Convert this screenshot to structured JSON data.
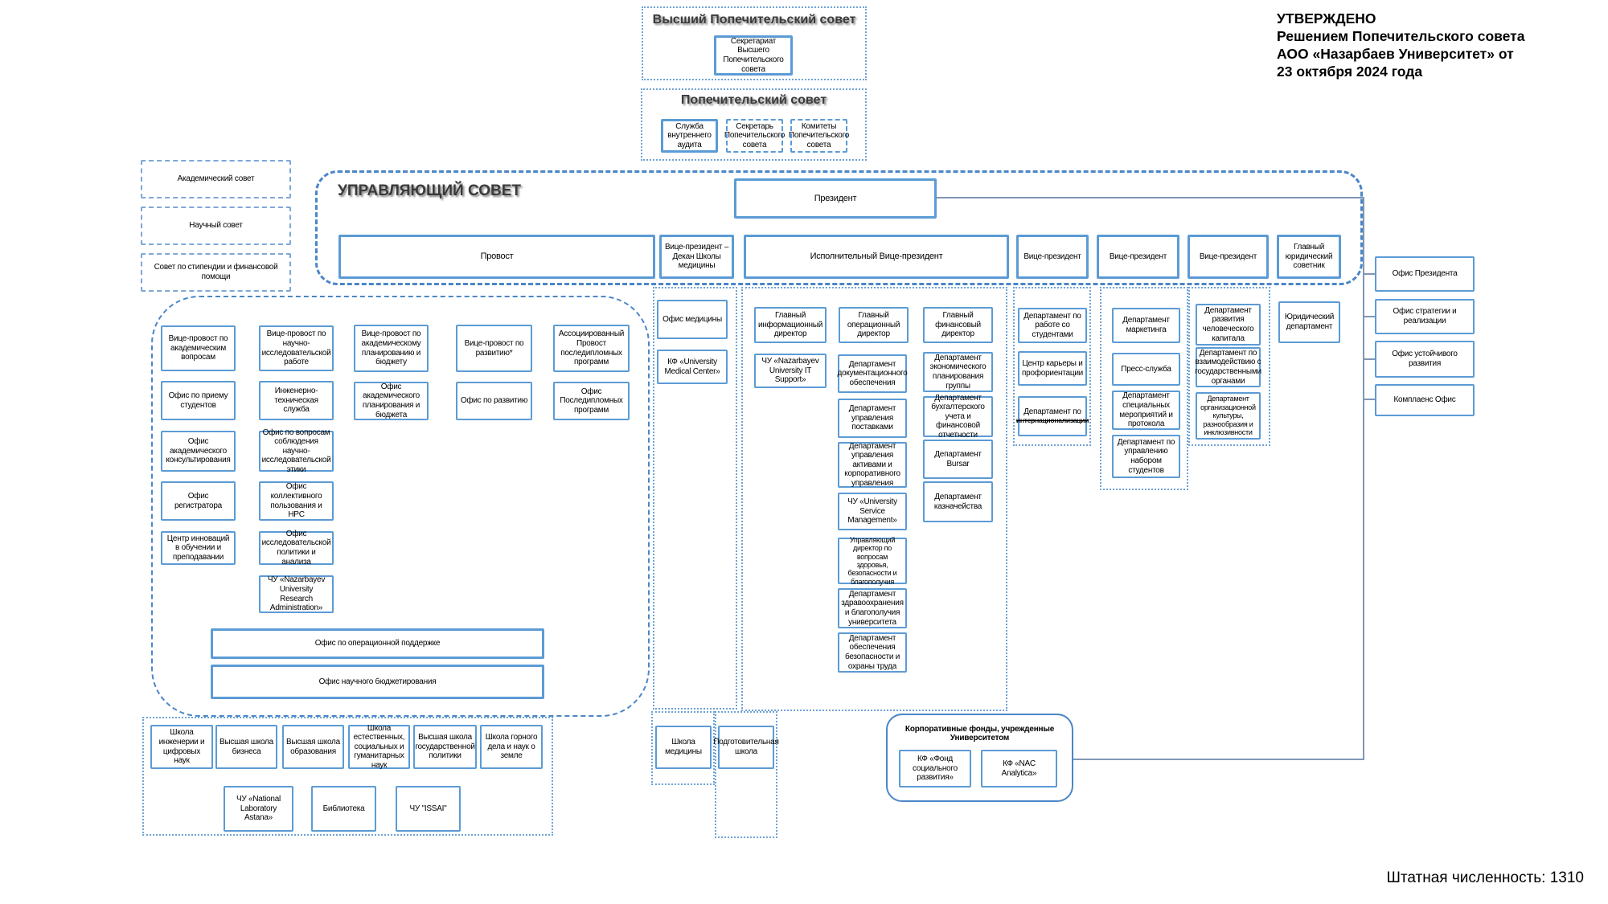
{
  "colors": {
    "box_border": "#5b9bd5",
    "container_border": "#4a86c8",
    "connector": "#8096b3"
  },
  "approval": {
    "lines": [
      "УТВЕРЖДЕНО",
      "Решением Попечительского совета",
      "АОО «Назарбаев Университет» от",
      "23 октября 2024 года"
    ]
  },
  "supreme_board": {
    "title": "Высший Попечительский совет",
    "secretariat": "Секретариат Высшего Попечительского совета"
  },
  "board": {
    "title": "Попечительский совет",
    "audit": "Служба внутреннего аудита",
    "secretary": "Секретарь Попечительского совета",
    "committees": "Комитеты Попечительского совета"
  },
  "councils": [
    "Академический совет",
    "Научный совет",
    "Совет по стипендии и финансовой помощи"
  ],
  "managing_council": {
    "title": "УПРАВЛЯЮЩИЙ СОВЕТ",
    "president": "Президент",
    "provost": "Провост",
    "vp_medicine": "Вице-президент – Декан Школы медицины",
    "evp": "Исполнительный Вице-президент",
    "vp": "Вице-президент",
    "chief_counsel": "Главный юридический советник"
  },
  "president_offices": [
    "Офис Президента",
    "Офис стратегии и реализации",
    "Офис устойчивого развития",
    "Комплаенс Офис"
  ],
  "provost_area": {
    "colA": [
      "Вице-провост по академическим вопросам",
      "Офис по приему студентов",
      "Офис академического консультирования",
      "Офис регистратора",
      "Центр инноваций в обучении и преподавании"
    ],
    "colB": [
      "Вице-провост по научно-исследовательской работе",
      "Инженерно-техническая служба",
      "Офис по вопросам соблюдения научно-исследовательской этики",
      "Офис коллективного пользования и HPC",
      "Офис исследовательской политики и анализа",
      "ЧУ «Nazarbayev University Research Administration»"
    ],
    "colC": [
      "Вице-провост по академическому планированию и бюджету",
      "Офис академического планирования и бюджета"
    ],
    "colD": [
      "Вице-провост по развитию*",
      "Офис по развитию"
    ],
    "colE": [
      "Ассоциированный Провост последипломных программ",
      "Офис Последипломных программ"
    ],
    "wide": [
      "Офис по операционной поддержке",
      "Офис научного бюджетирования"
    ]
  },
  "medicine": {
    "items": [
      "Офис медицины",
      "КФ «University Medical Center»"
    ],
    "school": "Школа медицины",
    "prep": "Подготовительная школа"
  },
  "exec": {
    "cio": {
      "head": "Главный информационный директор",
      "items": [
        "ЧУ «Nazarbayev University IT Support»"
      ]
    },
    "coo": {
      "head": "Главный операционный директор",
      "items": [
        "Департамент документационного обеспечения",
        "Департамент управления поставками",
        "Департамент управления активами и корпоративного управления",
        "ЧУ «University Service Management»",
        "Управляющий директор по вопросам здоровья, безопасности и благополучия",
        "Департамент здравоохранения и благополучия университета",
        "Департамент обеспечения безопасности и охраны труда"
      ]
    },
    "cfo": {
      "head": "Главный финансовый директор",
      "items": [
        "Департамент экономического планирования группы",
        "Департамент бухгалтерского учета и финансовой отчетности",
        "Департамент Bursar",
        "Департамент казначейства"
      ]
    }
  },
  "vp_columns": {
    "students": [
      "Департамент по работе со студентами",
      "Центр карьеры и профориентации"
    ],
    "intl": {
      "line1": "Департамент по",
      "line2": "интернационализации"
    },
    "marketing": [
      "Департамент маркетинга",
      "Пресс-служба",
      "Департамент специальных мероприятий и протокола",
      "Департамент по управлению набором студентов"
    ],
    "hr": [
      "Департамент развития человеческого капитала",
      "Департамент по взаимодействию с государственными органами",
      "Департамент организационной культуры, разнообразия и инклюзивности"
    ],
    "legal": "Юридический департамент"
  },
  "schools": {
    "row1": [
      "Школа инженерии и цифровых наук",
      "Высшая школа бизнеса",
      "Высшая школа образования",
      "Школа естественных, социальных и гуманитарных наук",
      "Высшая школа государственной политики",
      "Школа горного дела и наук о земле"
    ],
    "row2": [
      "ЧУ «National Laboratory Astana»",
      "Библиотека",
      "ЧУ \"ISSAI\""
    ]
  },
  "funds": {
    "title": "Корпоративные фонды, учрежденные Университетом",
    "items": [
      "КФ «Фонд социального развития»",
      "КФ «NAC Analytica»"
    ]
  },
  "headcount": "Штатная численность: 1310"
}
